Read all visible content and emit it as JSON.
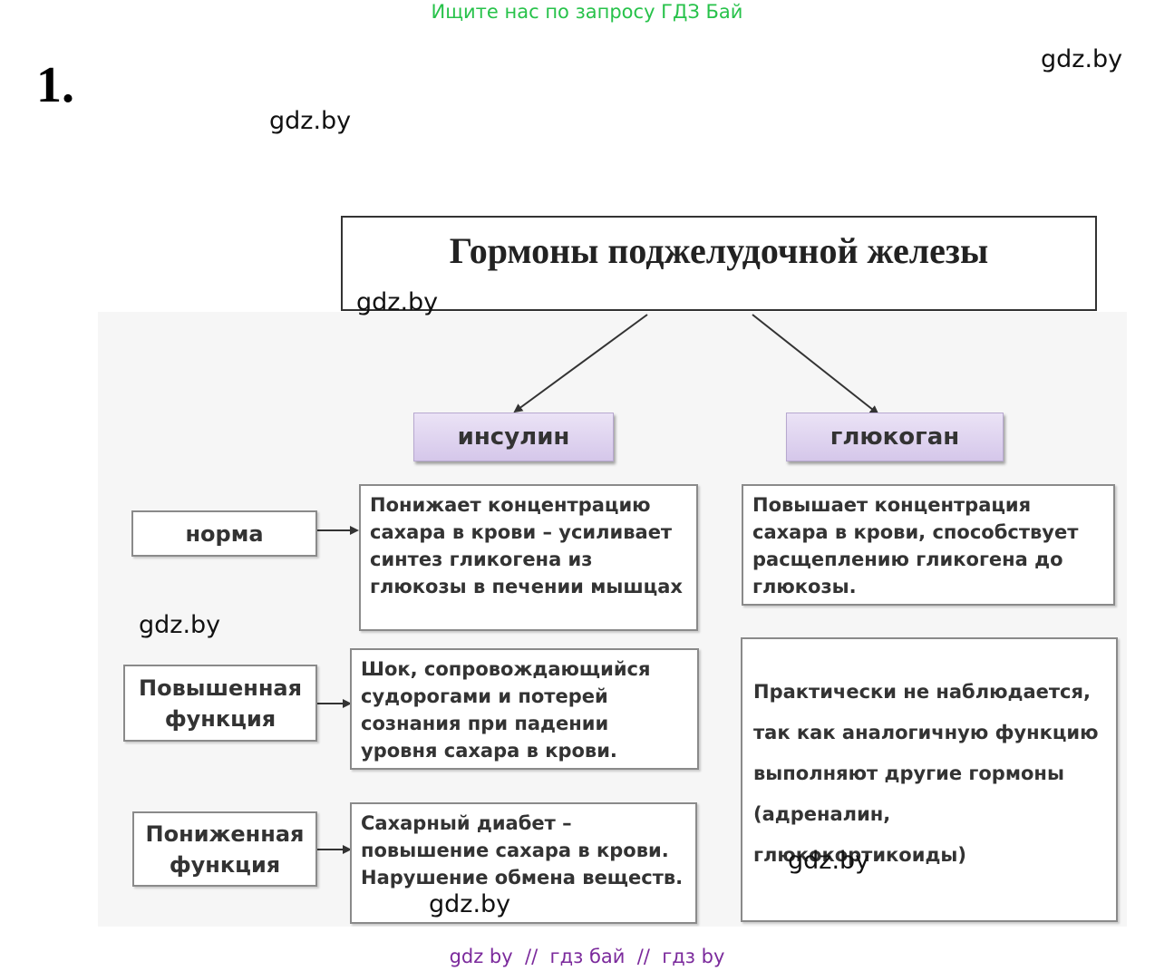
{
  "banner": "Ищите нас по запросу ГДЗ Бай",
  "task_number": "1.",
  "watermark": "gdz.by",
  "diagram": {
    "title": "Гормоны поджелудочной железы",
    "hormones": {
      "insulin": "инсулин",
      "glucagon": "глюкоган"
    },
    "conditions": {
      "normal": "норма",
      "increased": [
        "Повышенная",
        "функция"
      ],
      "decreased": [
        "Пониженная",
        "функция"
      ]
    },
    "insulin_effects": {
      "normal": [
        "Понижает концентрацию",
        "сахара в крови – усиливает",
        "синтез гликогена из",
        "глюкозы в печении мышцах"
      ],
      "increased": [
        "Шок, сопровождающийся",
        "судорогами и потерей",
        "сознания при падении",
        "уровня сахара в крови."
      ],
      "decreased": [
        "Сахарный диабет –",
        "повышение сахара в крови.",
        "Нарушение обмена веществ."
      ]
    },
    "glucagon_effects": {
      "normal": [
        "Повышает концентрация",
        "сахара в крови, способствует",
        "расщеплению гликогена до",
        "глюкозы."
      ],
      "increased_decreased": [
        "Практически не наблюдается,",
        "так как аналогичную функцию",
        "выполняют другие гормоны",
        "(адреналин, глюкокортикоиды)"
      ]
    }
  },
  "footer": "gdz by  //  гдз бай  //  гдз by"
}
